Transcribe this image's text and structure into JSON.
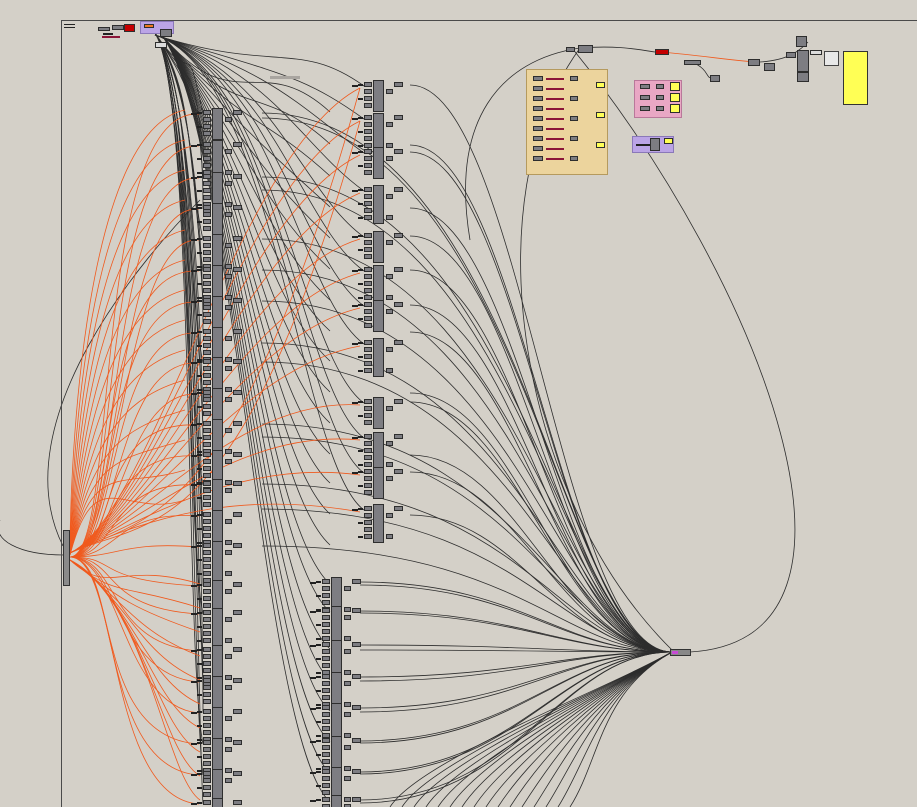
{
  "window": {
    "title": ""
  },
  "canvas": {
    "background": "#d4d0c8",
    "wire_dark": "#2d2d2d",
    "wire_orange": "#f05a1e"
  },
  "colors": {
    "component": "#7d7d82",
    "panel_yellow": "#ffff55",
    "group_tan": "#ecd49d",
    "group_pink": "#e9a7c4",
    "group_lavender": "#bba4e6",
    "accent_red": "#c40000",
    "accent_magenta": "#c84bd6"
  },
  "icons": {
    "menu": "hamburger-menu-icon"
  },
  "groups": {
    "main_top": "component-group-lavender",
    "params": "component-group-tan",
    "outputs": "component-group-pink",
    "misc": "component-group-lavender"
  }
}
